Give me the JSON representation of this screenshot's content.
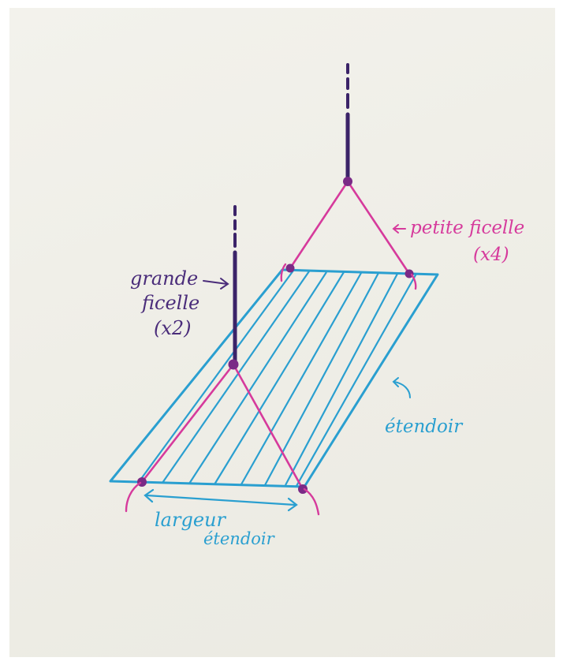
{
  "labels": {
    "grande_ficelle": [
      "grande",
      "ficelle",
      "(x2)"
    ],
    "petite_ficelle": [
      "petite ficelle",
      "(x4)"
    ],
    "etendoir": "étendoir",
    "largeur": [
      "largeur",
      "étendoir"
    ]
  },
  "colors": {
    "blue": "#2a9fd0",
    "pink": "#d63a9c",
    "purple": "#4a2c7a",
    "paper": "#efeee7"
  }
}
